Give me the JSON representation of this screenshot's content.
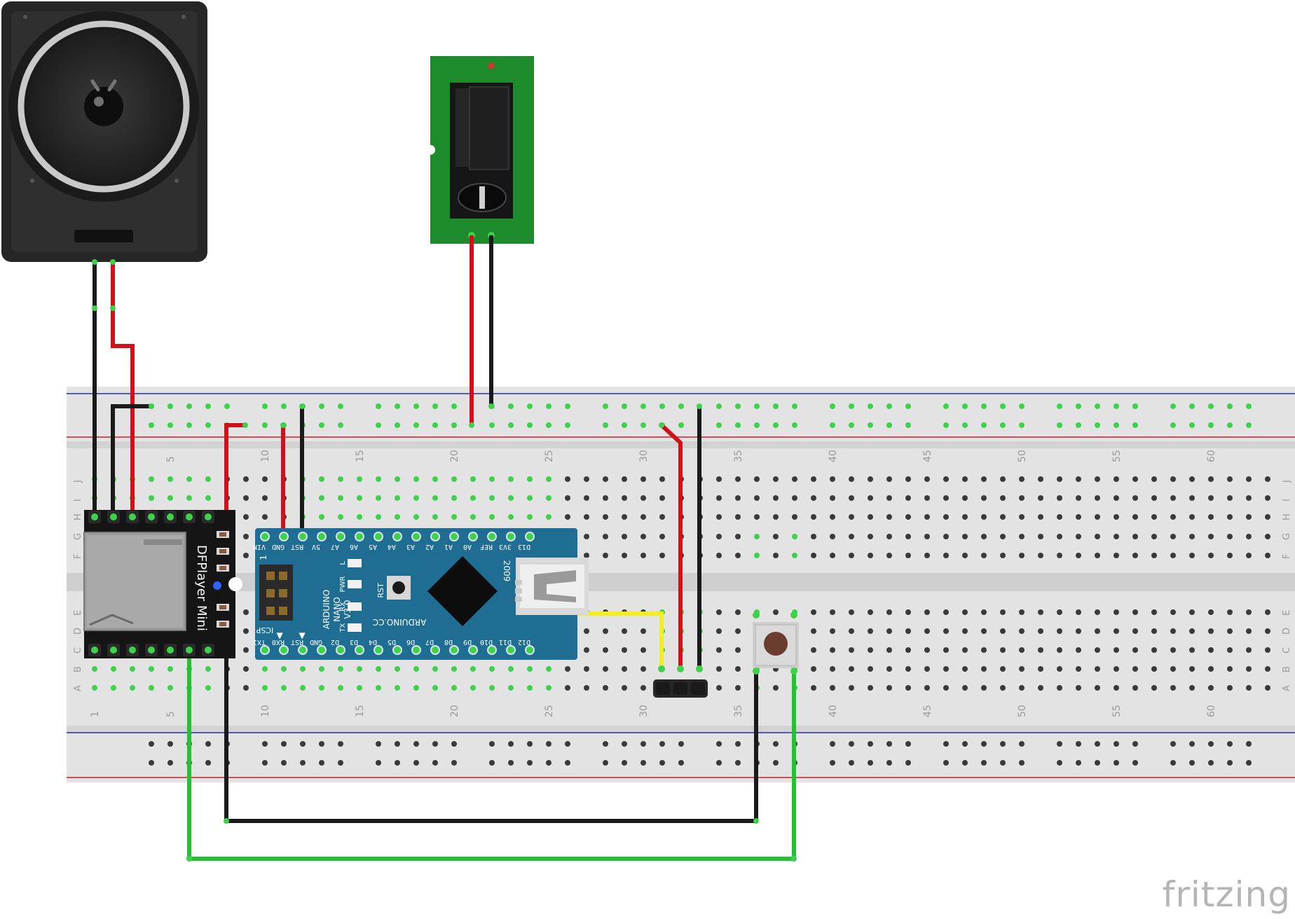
{
  "breadboard": {
    "numbers_top": [
      "5",
      "10",
      "15",
      "20",
      "25",
      "30",
      "35",
      "40",
      "45",
      "50",
      "55",
      "60"
    ],
    "numbers_bottom": [
      "1",
      "5",
      "10",
      "15",
      "20",
      "25",
      "30",
      "35",
      "40",
      "45",
      "50",
      "55",
      "60"
    ],
    "row_letters_top": [
      "J",
      "I",
      "H",
      "G",
      "F"
    ],
    "row_letters_bottom": [
      "E",
      "D",
      "C",
      "B",
      "A"
    ]
  },
  "dfplayer": {
    "label": "DFPlayer Mini"
  },
  "nano": {
    "brand": "ARDUINO.CC",
    "model_lines": [
      "ARDUINO",
      "NANO",
      "V3.0"
    ],
    "year": "2009",
    "icsp": "ICSP",
    "pin_one": "1",
    "rst_label": "RST",
    "led_labels": [
      "L",
      "PWR",
      "RX",
      "TX"
    ],
    "top_pins": [
      "VIN",
      "GND",
      "RST",
      "5V",
      "A7",
      "A6",
      "A5",
      "A4",
      "A3",
      "A2",
      "A1",
      "A0",
      "REF",
      "3V3",
      "D13"
    ],
    "bottom_pins": [
      "TX1",
      "RX0",
      "RST",
      "GND",
      "D2",
      "D3",
      "D4",
      "D5",
      "D6",
      "D7",
      "D8",
      "D9",
      "D10",
      "D11",
      "D12"
    ]
  },
  "colors": {
    "wire_red": "#d0111b",
    "wire_black": "#1a1a1a",
    "wire_green": "#22c230",
    "wire_yellow": "#f4ee1a",
    "nano_board": "#1f6d93",
    "jack_board": "#1d8a2c"
  },
  "watermark": "fritzing"
}
